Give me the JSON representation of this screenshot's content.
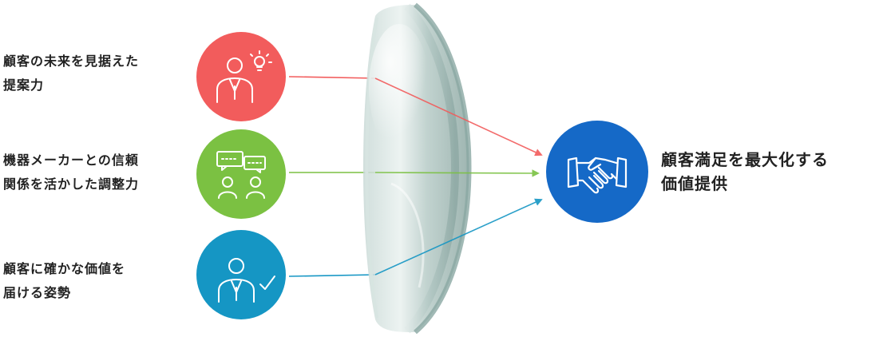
{
  "inputs": [
    {
      "line1": "顧客の未来を見据えた",
      "line2": "提案力",
      "icon": "person-lightbulb-icon",
      "color": "#f25c5c"
    },
    {
      "line1": "機器メーカーとの信頼",
      "line2": "関係を活かした調整力",
      "icon": "people-chat-icon",
      "color": "#7bc142"
    },
    {
      "line1": "顧客に確かな価値を",
      "line2": "届ける姿勢",
      "icon": "person-check-icon",
      "color": "#1596c4"
    }
  ],
  "result": {
    "line1": "顧客満足を最大化する",
    "line2": "価値提供",
    "icon": "handshake-icon",
    "color": "#1569c7"
  },
  "lens": {
    "icon": "lens-graphic"
  }
}
